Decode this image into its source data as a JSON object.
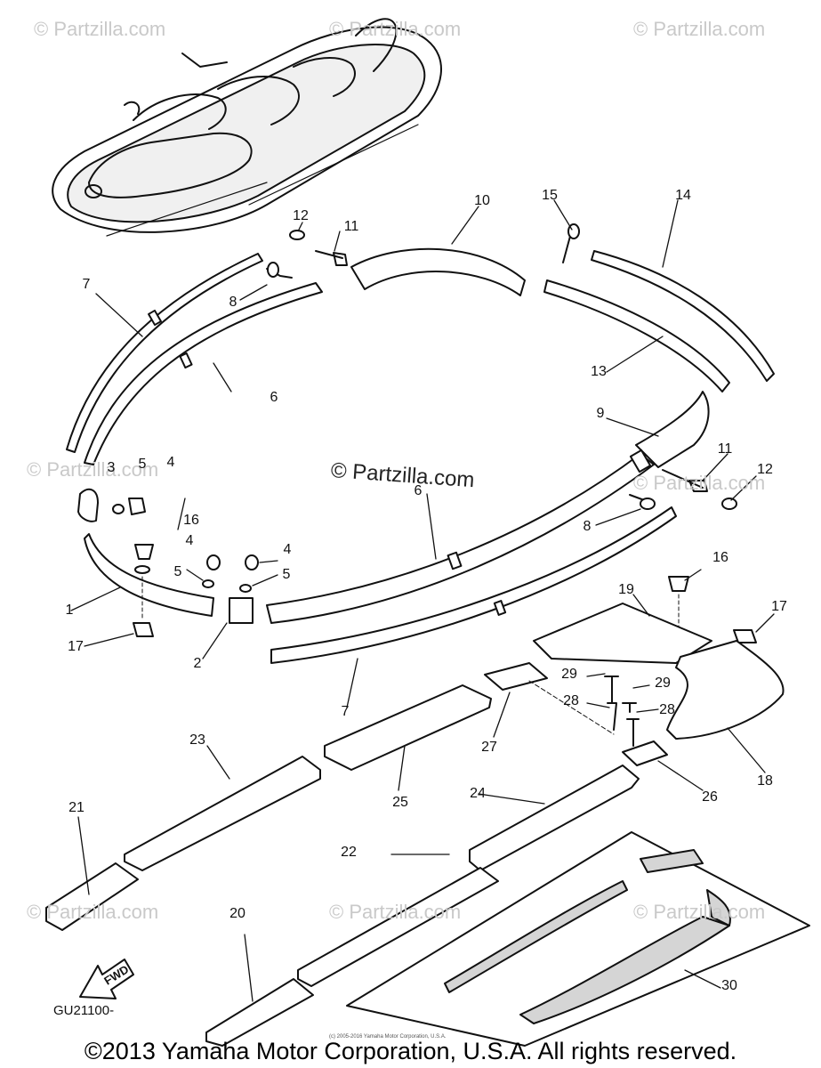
{
  "watermarks": {
    "corner": "© Partzilla.com",
    "center": "© Partzilla.com"
  },
  "callouts": [
    {
      "id": "1",
      "label": "1"
    },
    {
      "id": "2",
      "label": "2"
    },
    {
      "id": "3",
      "label": "3"
    },
    {
      "id": "4a",
      "label": "4"
    },
    {
      "id": "4b",
      "label": "4"
    },
    {
      "id": "4c",
      "label": "4"
    },
    {
      "id": "5a",
      "label": "5"
    },
    {
      "id": "5b",
      "label": "5"
    },
    {
      "id": "5c",
      "label": "5"
    },
    {
      "id": "6a",
      "label": "6"
    },
    {
      "id": "6b",
      "label": "6"
    },
    {
      "id": "7a",
      "label": "7"
    },
    {
      "id": "7b",
      "label": "7"
    },
    {
      "id": "8a",
      "label": "8"
    },
    {
      "id": "8b",
      "label": "8"
    },
    {
      "id": "9",
      "label": "9"
    },
    {
      "id": "10",
      "label": "10"
    },
    {
      "id": "11a",
      "label": "11"
    },
    {
      "id": "11b",
      "label": "11"
    },
    {
      "id": "12a",
      "label": "12"
    },
    {
      "id": "12b",
      "label": "12"
    },
    {
      "id": "13",
      "label": "13"
    },
    {
      "id": "14",
      "label": "14"
    },
    {
      "id": "15",
      "label": "15"
    },
    {
      "id": "16a",
      "label": "16"
    },
    {
      "id": "16b",
      "label": "16"
    },
    {
      "id": "17a",
      "label": "17"
    },
    {
      "id": "17b",
      "label": "17"
    },
    {
      "id": "18",
      "label": "18"
    },
    {
      "id": "19",
      "label": "19"
    },
    {
      "id": "20",
      "label": "20"
    },
    {
      "id": "21",
      "label": "21"
    },
    {
      "id": "22",
      "label": "22"
    },
    {
      "id": "23",
      "label": "23"
    },
    {
      "id": "24",
      "label": "24"
    },
    {
      "id": "25",
      "label": "25"
    },
    {
      "id": "26",
      "label": "26"
    },
    {
      "id": "27",
      "label": "27"
    },
    {
      "id": "28a",
      "label": "28"
    },
    {
      "id": "28b",
      "label": "28"
    },
    {
      "id": "29a",
      "label": "29"
    },
    {
      "id": "29b",
      "label": "29"
    },
    {
      "id": "30",
      "label": "30"
    }
  ],
  "fwd_label": "FWD",
  "diagram_code": "GU21100-",
  "tiny_copyright": "(c) 2005-2016 Yamaha Motor Corporation, U.S.A.",
  "footer": "©2013 Yamaha Motor Corporation, U.S.A. All rights reserved."
}
